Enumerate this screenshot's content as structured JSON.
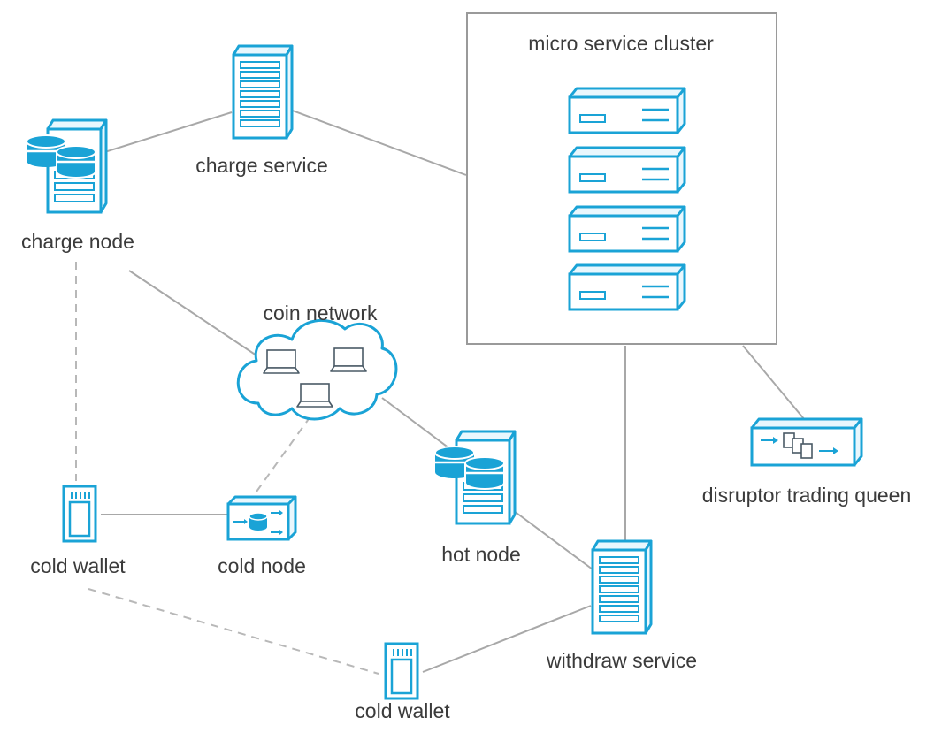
{
  "diagram": {
    "labels": {
      "cluster": "micro service cluster",
      "charge_service": "charge service",
      "charge_node": "charge node",
      "coin_network": "coin network",
      "disruptor": "disruptor trading queen",
      "cold_wallet_left": "cold wallet",
      "cold_node": "cold node",
      "hot_node": "hot node",
      "withdraw_service": "withdraw service",
      "cold_wallet_bottom": "cold wallet"
    },
    "nodes": [
      {
        "id": "charge_service",
        "icon": "server-tower-icon"
      },
      {
        "id": "charge_node",
        "icon": "database-server-icon"
      },
      {
        "id": "cluster",
        "icon": "rack-server-icon",
        "count": 4
      },
      {
        "id": "coin_network",
        "icon": "cloud-laptops-icon"
      },
      {
        "id": "disruptor",
        "icon": "queue-device-icon"
      },
      {
        "id": "cold_wallet_left",
        "icon": "cold-wallet-icon"
      },
      {
        "id": "cold_node",
        "icon": "cold-node-icon"
      },
      {
        "id": "hot_node",
        "icon": "database-server-icon"
      },
      {
        "id": "withdraw_service",
        "icon": "server-tower-icon"
      },
      {
        "id": "cold_wallet_bottom",
        "icon": "cold-wallet-icon"
      }
    ],
    "connections": [
      {
        "from": "charge_node",
        "to": "charge_service",
        "style": "solid"
      },
      {
        "from": "charge_service",
        "to": "cluster",
        "style": "solid"
      },
      {
        "from": "charge_node",
        "to": "coin_network",
        "style": "solid"
      },
      {
        "from": "coin_network",
        "to": "hot_node",
        "style": "solid"
      },
      {
        "from": "hot_node",
        "to": "withdraw_service",
        "style": "solid"
      },
      {
        "from": "cluster",
        "to": "withdraw_service",
        "style": "solid"
      },
      {
        "from": "cluster",
        "to": "disruptor",
        "style": "solid"
      },
      {
        "from": "cold_wallet_left",
        "to": "cold_node",
        "style": "solid"
      },
      {
        "from": "cold_wallet_bottom",
        "to": "withdraw_service",
        "style": "solid"
      },
      {
        "from": "charge_node",
        "to": "cold_wallet_left",
        "style": "dashed"
      },
      {
        "from": "cold_node",
        "to": "coin_network",
        "style": "dashed"
      },
      {
        "from": "cold_wallet_left",
        "to": "cold_wallet_bottom",
        "style": "dashed"
      }
    ],
    "colors": {
      "accent": "#1aa3d6",
      "line": "#a8a8a8",
      "dashed": "#b8b8b8",
      "text": "#3b3b3b"
    }
  }
}
